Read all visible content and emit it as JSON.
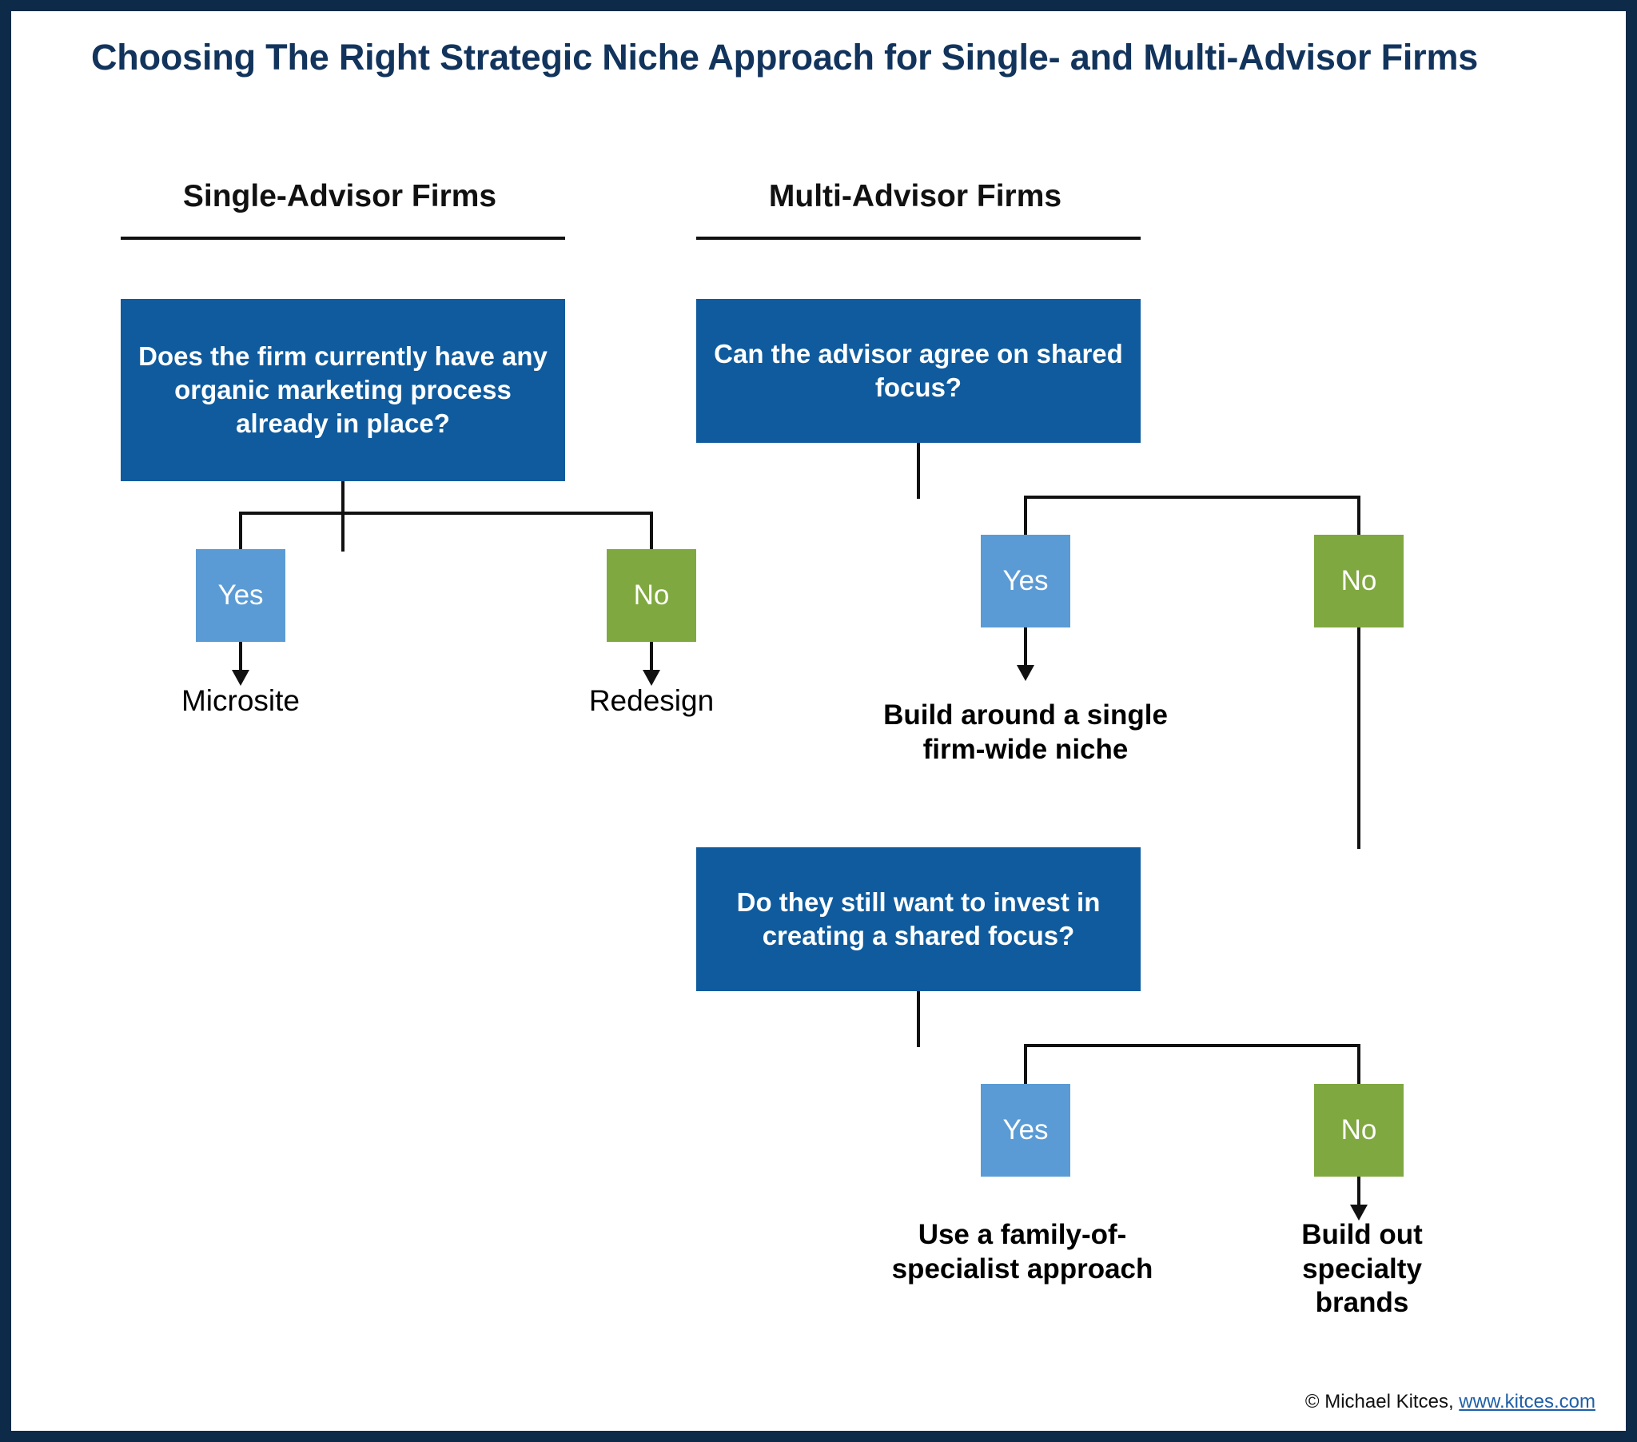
{
  "title": "Choosing The Right Strategic Niche Approach for Single- and Multi-Advisor Firms",
  "colors": {
    "frame": "#0d2b48",
    "title_text": "#12345c",
    "decision_box": "#0f5b9e",
    "yes_chip": "#5b9bd5",
    "no_chip": "#80a840",
    "line": "#111111",
    "link": "#1f5fa8"
  },
  "columns": {
    "single": {
      "header": "Single-Advisor Firms"
    },
    "multi": {
      "header": "Multi-Advisor Firms"
    }
  },
  "single_branch": {
    "question": "Does the firm currently have any organic marketing process already in place?",
    "yes_label": "Yes",
    "no_label": "No",
    "yes_outcome": "Microsite",
    "no_outcome": "Redesign"
  },
  "multi_branch": {
    "question1": "Can the advisor agree on shared focus?",
    "q1_yes_label": "Yes",
    "q1_no_label": "No",
    "q1_yes_outcome": "Build around a single firm-wide niche",
    "question2": "Do they still want to invest in creating a shared focus?",
    "q2_yes_label": "Yes",
    "q2_no_label": "No",
    "q2_yes_outcome": "Use a family-of-specialist approach",
    "q2_no_outcome": "Build out specialty brands"
  },
  "footer": {
    "copyright": "© Michael Kitces, ",
    "link_text": "www.kitces.com"
  }
}
